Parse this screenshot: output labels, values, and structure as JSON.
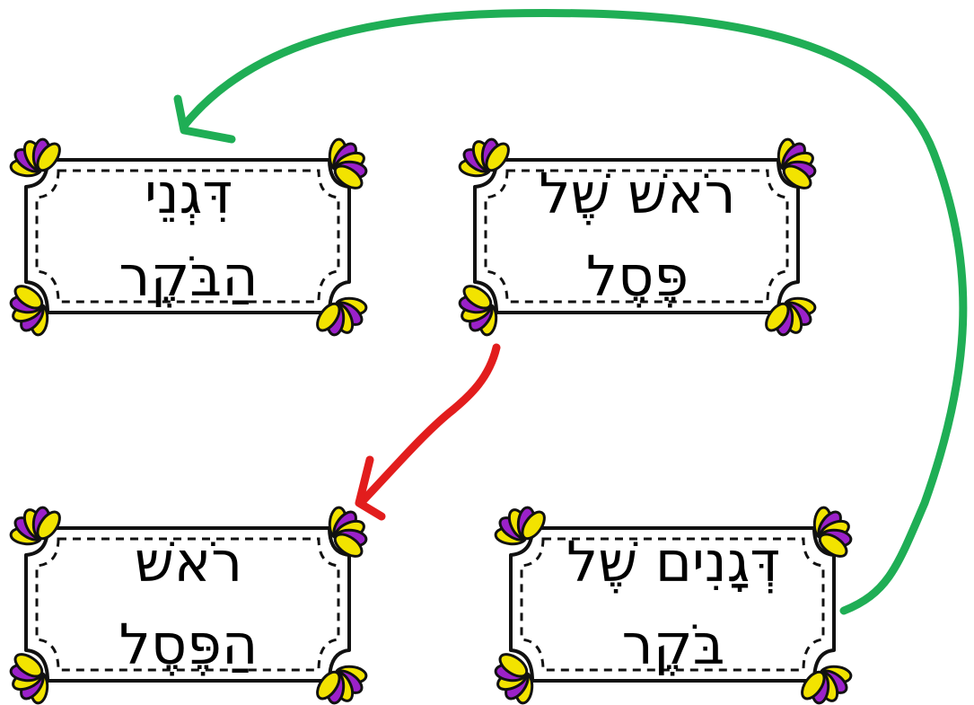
{
  "cards": [
    {
      "id": "card-1",
      "line1": "רֹאשׁ שֶׁל",
      "line2": "פֶּסֶל"
    },
    {
      "id": "card-2",
      "line1": "דִּגְנֵי",
      "line2": "הַבֹּקֶר"
    },
    {
      "id": "card-3",
      "line1": "דְּגָנִים שֶׁל",
      "line2": "בֹּקֶר"
    },
    {
      "id": "card-4",
      "line1": "רֹאשׁ",
      "line2": "הַפֶּסֶל"
    }
  ],
  "colors": {
    "flower_yellow": "#f2e300",
    "flower_purple": "#9b21c9",
    "arrow_green": "#1fae55",
    "arrow_red": "#e21d1d",
    "frame": "#111111"
  },
  "icons": {
    "corner": "flower-icon",
    "green_arrow": "curved-arrow-icon",
    "red_arrow": "arrow-icon"
  }
}
